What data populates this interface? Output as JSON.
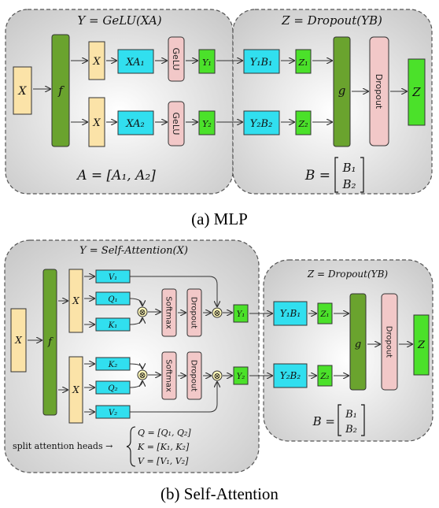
{
  "colors": {
    "panel_fill": "#dcdcdc",
    "panel_stroke": "#555555",
    "x_block": "#fbe3a8",
    "f_block": "#6aa32e",
    "xa_block": "#31dfef",
    "gelu_block": "#f2c8c8",
    "y_block": "#4be12a",
    "z_block": "#4be12a",
    "g_block": "#6aa32e",
    "dropout_block": "#f2c8c8"
  },
  "mlp": {
    "title_left": "Y = GeLU(XA)",
    "title_right": "Z = Dropout(YB)",
    "x_input": "X",
    "f": "f",
    "x_top": "X",
    "x_bottom": "X",
    "xa1": "XA₁",
    "xa2": "XA₂",
    "gelu_top": "GeLU",
    "gelu_bottom": "GeLU",
    "y1": "Y₁",
    "y2": "Y₂",
    "y1b1": "Y₁B₁",
    "y2b2": "Y₂B₂",
    "z1": "Z₁",
    "z2": "Z₂",
    "g": "g",
    "dropout": "Dropout",
    "z_out": "Z",
    "a_eq": "A = [A₁, A₂]",
    "b_eq_prefix": "B =",
    "b1": "B₁",
    "b2": "B₂",
    "caption": "(a) MLP"
  },
  "attn": {
    "title_left": "Y = Self-Attention(X)",
    "title_right": "Z = Dropout(YB)",
    "x_input": "X",
    "f": "f",
    "x_top": "X",
    "x_bottom": "X",
    "v1": "V₁",
    "q1": "Q₁",
    "k1": "K₁",
    "k2": "K₂",
    "q2": "Q₂",
    "v2": "V₂",
    "otimes": "⊗",
    "softmax_top": "Softmax",
    "softmax_bottom": "Softmax",
    "dropout_top": "Dropout",
    "dropout_bottom": "Dropout",
    "y1": "Y₁",
    "y2": "Y₂",
    "y1b1": "Y₁B₁",
    "y2b2": "Y₂B₂",
    "z1": "Z₁",
    "z2": "Z₂",
    "g": "g",
    "dropout": "Dropout",
    "z_out": "Z",
    "b_eq_prefix": "B =",
    "b1": "B₁",
    "b2": "B₂",
    "split_label": "split attention heads →",
    "q_eq": "Q = [Q₁, Q₂]",
    "k_eq": "K = [K₁, K₂]",
    "v_eq": "V = [V₁, V₂]",
    "caption": "(b) Self-Attention"
  }
}
